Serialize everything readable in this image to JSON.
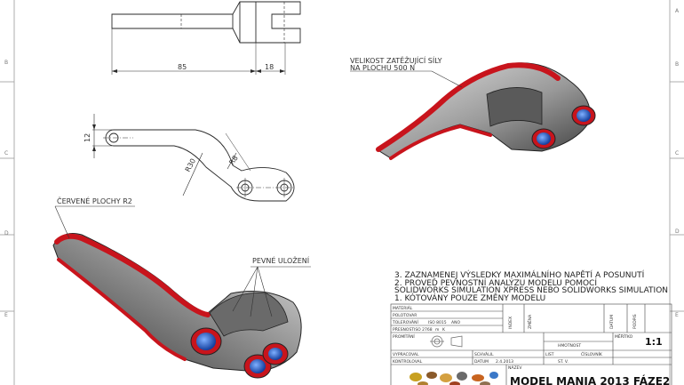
{
  "dimensions": {
    "length_85": "85",
    "length_18": "18",
    "height_12": "12",
    "radius_r30": "R30",
    "radius_r8": "R8"
  },
  "callouts": {
    "load": {
      "line1": "VELIKOST ZATĚŽUJÍCÍ SÍLY",
      "line2": "NA PLOCHU 500 N"
    },
    "red_faces": "ČERVENÉ PLOCHY R2",
    "fixed": "PEVNÉ ULOŽENÍ"
  },
  "notes": [
    "3. ZAZNAMENEJ VÝSLEDKY MAXIMÁLNÍHO NAPĚTÍ A POSUNUTÍ",
    "2. PROVEĎ PEVNOSTNÍ ANALÝZU MODELU POMOCÍ",
    "SOLIDWORKS SIMULATION XPRESS NEBO SOLIDWORKS SIMULATION",
    "1. KÓTOVÁNY POUZE ZMĚNY MODELU"
  ],
  "title_block": {
    "material": "MATERIÁL",
    "semi_product": "POLOTOVAR",
    "tolerance_label": "TOLEROVÁNÍ",
    "tolerance_std": "ISO 8015",
    "tolerance_value": "ANO",
    "accuracy_label": "PŘESNOST",
    "accuracy_std": "ISO 2768",
    "accuracy_m": "m",
    "accuracy_k": "K",
    "col_index": "INDEX",
    "col_change": "ZMĚNA",
    "col_date": "DATUM",
    "col_sign": "PODPIS",
    "projection": "PROMÍTÁNÍ",
    "weight": "HMOTNOST",
    "scale_label": "MĚŘÍTKO",
    "scale_value": "1:1",
    "drawn_label": "VYPRACOVAL",
    "approved": "SCHVÁLIL",
    "sheet": "LIST",
    "drawing_no": "ČÍSLOVNÍK",
    "checked_label": "KONTROLOVAL",
    "date_label": "DATUM",
    "date_value": "2.4.2013",
    "sheet_no": "ST. V.",
    "name_label": "NÁZEV",
    "title": "MODEL MANIA 2013 FÁZE2"
  },
  "border_labels": {
    "left": [
      "B",
      "C",
      "D",
      "E"
    ],
    "right": [
      "A",
      "B",
      "C",
      "D",
      "E"
    ]
  },
  "colors": {
    "line": "#2a2a2a",
    "red_face": "#c8141c",
    "body_light": "#d8d8d8",
    "body_dark": "#505050",
    "hole_blue": "#1e5cc8"
  }
}
